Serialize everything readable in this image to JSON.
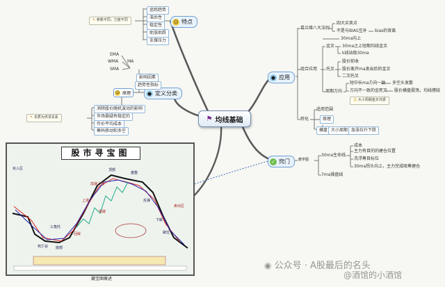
{
  "central": {
    "label": "均线基础",
    "icon": "flag-icon"
  },
  "branch_tedian": {
    "label": "特点",
    "items": [
      "追踪趋势",
      "滞后性",
      "稳定性",
      "助涨助跌",
      "支撑压力"
    ],
    "note": "参数不同，力度不同"
  },
  "branch_dingyi": {
    "label": "定义分类",
    "left_terms": [
      "EMA",
      "WMA",
      "SMA"
    ],
    "ma": "MA",
    "yingxiang": "影响因素",
    "trend_indicator": "趋势性指标",
    "yuanli": "原理",
    "note": "本质为供求关系",
    "principles": [
      "消除股价随机波动的影响",
      "市场悬疑有稳定的",
      "作价平均成本",
      "筹码移动和多空"
    ]
  },
  "branch_yingyong": {
    "label": "应用",
    "granville": "葛兰维八大法则",
    "granville_items": [
      "四大买卖点",
      "不是与BIAS互补",
      "bias的背离"
    ],
    "ma30": "30ma向上",
    "jincha": "金叉",
    "jincha_items": [
      "30ma之上短期均线金叉",
      "k线站稳30ma"
    ],
    "zuhe": "组合应用",
    "tuoyi": "托叉",
    "tuoyi_items": [
      "股价前收",
      "股价离开ma发出后的金叉",
      "二次托叉"
    ],
    "zhouqi": "周期方向",
    "zhouqi_items": [
      "短中长ma方向一致",
      "多空头发散",
      "方向不一致的金死叉",
      "股价横盘震荡，均线缠绕"
    ],
    "tip": "大小周期金叉共振",
    "shiyong": "适用范围",
    "zhuanhua": "转化",
    "yuanli": "原理",
    "zhuanhua_items": [
      "横盘",
      "大小周期",
      "急涨拉升下跌"
    ]
  },
  "branch_qiaomen": {
    "label": "窍门",
    "jiaoxue": "教学图",
    "ma30_line": "30ma生命线",
    "ma30_items": [
      "成本",
      "主力有目的的建仓位置",
      "洗浮筹目标位",
      "30ma拐头向上，主力完成吸筹建仓"
    ],
    "ma7": "7ma操盘线"
  },
  "map": {
    "title": "股市寻宝图",
    "caption": "藏宝图概述",
    "labels": [
      "买入区",
      "卖出区",
      "上涨",
      "下跌",
      "三角托",
      "死亡谷",
      "加速上涨",
      "顶部",
      "底部",
      "盘整",
      "回踩",
      "突破",
      "反弹",
      "破位"
    ]
  },
  "watermark": "公众号 · A股最后的名头",
  "watermark2": "@酒馆的小酒馆"
}
